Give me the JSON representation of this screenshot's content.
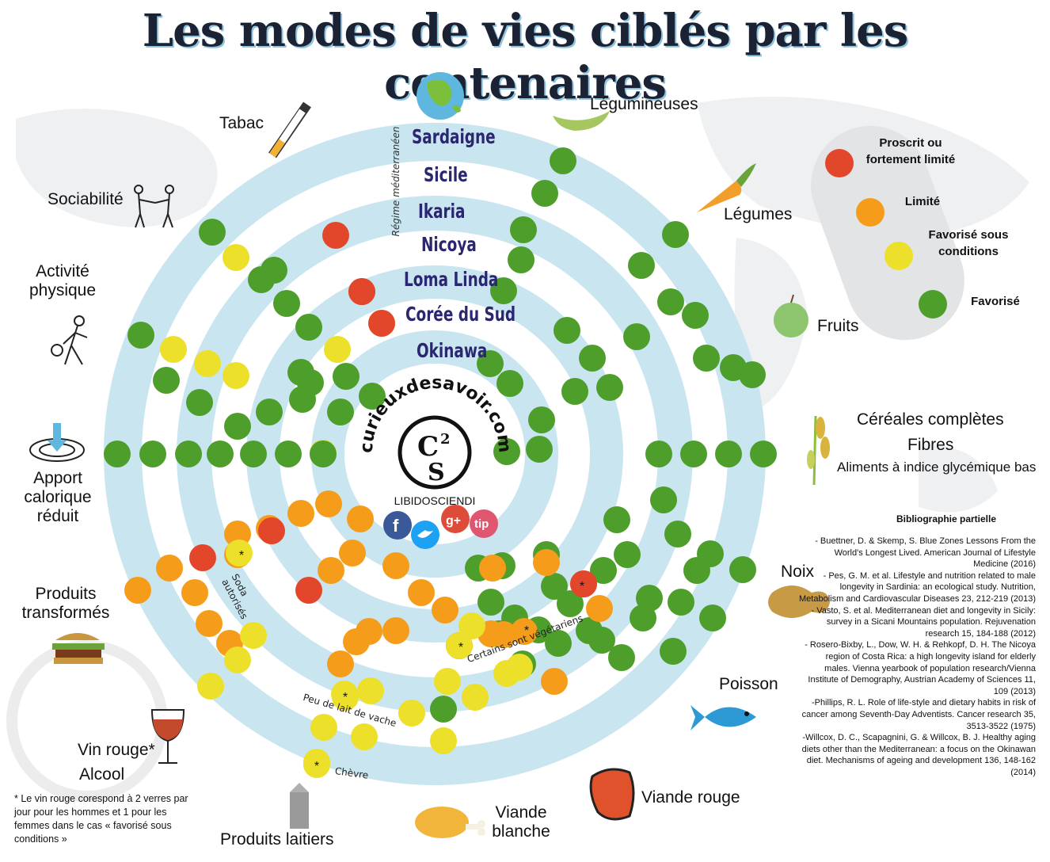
{
  "title": "Les modes de vies ciblés par les centenaires",
  "regime_label": "Régime méditerranéen",
  "regions": [
    "Sardaigne",
    "Sicile",
    "Ikaria",
    "Nicoya",
    "Loma Linda",
    "Corée du Sud",
    "Okinawa"
  ],
  "categories": {
    "tabac": "Tabac",
    "sociabilite": "Sociabilité",
    "activite": "Activité physique",
    "apport": "Apport calorique réduit",
    "transformes": "Produits transformés",
    "vin_line1": "Vin rouge*",
    "vin_line2": "Alcool",
    "laitiers": "Produits laitiers",
    "viande_blanche": "Viande blanche",
    "viande_rouge": "Viande rouge",
    "poisson": "Poisson",
    "noix": "Noix",
    "cereales_line1": "Céréales complètes",
    "cereales_line2": "Fibres",
    "cereales_line3": "Aliments à indice glycémique bas",
    "fruits": "Fruits",
    "legumes": "Légumes",
    "legumineuses": "Légumineuses"
  },
  "notes": {
    "soda": "Soda autorisés",
    "vegetariens": "Certains sont végétariens",
    "lait": "Peu de lait de vache",
    "chevre": "Chèvre",
    "asterisk": "*"
  },
  "legend": {
    "items": [
      {
        "label": "Proscrit ou fortement limité",
        "color": "#e2472b"
      },
      {
        "label": "Limité",
        "color": "#f59d1a"
      },
      {
        "label": "Favorisé sous conditions",
        "color": "#ece02a"
      },
      {
        "label": "Favorisé",
        "color": "#4e9e2c"
      }
    ]
  },
  "brand": {
    "url": "curieuxdesavoir.com",
    "logo": "C2S",
    "tagline": "LIBIDOSCIENDI",
    "social_icons": [
      "facebook-icon",
      "twitter-icon",
      "google-plus-icon",
      "tip-icon"
    ]
  },
  "colors": {
    "red": "#e2472b",
    "orange": "#f59d1a",
    "yellow": "#ece02a",
    "green": "#4e9e2c",
    "ring": "#c8e5f0"
  },
  "biblio_title": "Bibliographie partielle",
  "biblio": [
    "- Buettner, D. & Skemp, S. Blue Zones Lessons From the World's Longest Lived. American Journal of Lifestyle Medicine (2016)",
    "- Pes, G. M. et al. Lifestyle and nutrition related to male longevity in Sardinia: an ecological study. Nutrition, Metabolism and Cardiovascular Diseases 23, 212-219 (2013)",
    "- Vasto, S. et al. Mediterranean diet and longevity in Sicily: survey in a Sicani Mountains population. Rejuvenation research 15, 184-188 (2012)",
    "- Rosero-Bixby, L., Dow, W. H. & Rehkopf, D. H. The Nicoya region of Costa Rica: a high longevity island for elderly males. Vienna yearbook of population research/Vienna Institute of Demography, Austrian Academy of Sciences 11, 109 (2013)",
    "-Phillips, R. L. Role of life-style and dietary habits in risk of cancer among Seventh-Day Adventists. Cancer research 35, 3513-3522 (1975)",
    "-Willcox, D. C., Scapagnini, G. & Willcox, B. J. Healthy aging diets other than the Mediterranean: a focus on the Okinawan diet. Mechanisms of ageing and development 136, 148-162 (2014)"
  ],
  "footnote": "* Le vin rouge corespond à 2 verres par jour pour les hommes et 1 pour les femmes dans le cas « favorisé sous conditions »",
  "dots": [
    {
      "c": "g"
    },
    {
      "c": "y"
    },
    {
      "c": "g"
    },
    {
      "c": "g"
    },
    {
      "c": "g"
    },
    {
      "c": "r"
    },
    {
      "c": "g"
    },
    {
      "c": "g"
    },
    {
      "c": "y"
    },
    {
      "c": "y"
    },
    {
      "c": "y"
    },
    {
      "c": "g"
    },
    {
      "c": "g"
    },
    {
      "c": "y"
    },
    {
      "c": "g"
    },
    {
      "c": "g"
    },
    {
      "c": "g"
    },
    {
      "c": "r"
    },
    {
      "c": "y"
    },
    {
      "c": "g"
    },
    {
      "c": "y"
    },
    {
      "c": "r"
    },
    {
      "c": "r"
    },
    {
      "c": "g"
    },
    {
      "c": "g"
    },
    {
      "c": "g"
    },
    {
      "c": "g"
    },
    {
      "c": "g"
    },
    {
      "c": "g"
    },
    {
      "c": "g"
    },
    {
      "c": "g"
    },
    {
      "c": "g"
    },
    {
      "c": "g"
    },
    {
      "c": "g"
    },
    {
      "c": "g"
    },
    {
      "c": "g"
    },
    {
      "c": "g"
    },
    {
      "c": "g"
    },
    {
      "c": "g"
    },
    {
      "c": "g"
    },
    {
      "c": "g"
    },
    {
      "c": "g"
    },
    {
      "c": "g"
    },
    {
      "c": "g"
    },
    {
      "c": "g"
    },
    {
      "c": "g"
    },
    {
      "c": "g"
    },
    {
      "c": "g"
    },
    {
      "c": "g"
    },
    {
      "c": "g"
    },
    {
      "c": "g"
    },
    {
      "c": "g"
    },
    {
      "c": "g"
    },
    {
      "c": "g"
    },
    {
      "c": "g"
    },
    {
      "c": "g"
    },
    {
      "c": "g"
    },
    {
      "c": "g"
    },
    {
      "c": "g"
    },
    {
      "c": "g"
    },
    {
      "c": "g"
    },
    {
      "c": "g"
    },
    {
      "c": "g"
    },
    {
      "c": "g"
    },
    {
      "c": "g"
    },
    {
      "c": "g"
    },
    {
      "c": "g"
    },
    {
      "c": "g"
    },
    {
      "c": "g"
    },
    {
      "c": "g"
    },
    {
      "c": "g"
    },
    {
      "c": "g"
    },
    {
      "c": "g"
    },
    {
      "c": "g"
    },
    {
      "c": "g"
    },
    {
      "c": "g"
    },
    {
      "c": "g"
    },
    {
      "c": "g"
    },
    {
      "c": "g"
    },
    {
      "c": "g"
    },
    {
      "c": "r"
    },
    {
      "c": "y"
    },
    {
      "c": "g"
    },
    {
      "c": "y"
    },
    {
      "c": "o"
    },
    {
      "c": "o"
    },
    {
      "c": "r"
    },
    {
      "c": "o"
    },
    {
      "c": "o"
    },
    {
      "c": "o"
    },
    {
      "c": "o"
    },
    {
      "c": "o"
    },
    {
      "c": "o"
    },
    {
      "c": "o"
    },
    {
      "c": "r"
    },
    {
      "c": "o"
    },
    {
      "c": "o"
    },
    {
      "c": "y"
    },
    {
      "c": "o"
    },
    {
      "c": "o"
    },
    {
      "c": "o"
    },
    {
      "c": "o"
    },
    {
      "c": "o"
    },
    {
      "c": "o"
    },
    {
      "c": "y"
    },
    {
      "c": "y"
    },
    {
      "c": "y"
    },
    {
      "c": "y"
    },
    {
      "c": "y"
    },
    {
      "c": "y"
    },
    {
      "c": "y"
    },
    {
      "c": "y"
    },
    {
      "c": "o"
    },
    {
      "c": "o"
    },
    {
      "c": "o"
    },
    {
      "c": "r"
    },
    {
      "c": "y"
    },
    {
      "c": "y"
    },
    {
      "c": "y"
    },
    {
      "c": "o"
    },
    {
      "c": "r"
    },
    {
      "c": "o"
    },
    {
      "c": "o"
    },
    {
      "c": "y"
    },
    {
      "c": "o"
    },
    {
      "c": "o"
    },
    {
      "c": "g"
    },
    {
      "c": "g"
    },
    {
      "c": "g"
    },
    {
      "c": "g"
    },
    {
      "c": "g"
    },
    {
      "c": "g"
    },
    {
      "c": "g"
    },
    {
      "c": "o"
    },
    {
      "c": "r"
    },
    {
      "c": "o"
    },
    {
      "c": "y"
    },
    {
      "c": "y"
    },
    {
      "c": "y"
    },
    {
      "c": "y"
    }
  ]
}
